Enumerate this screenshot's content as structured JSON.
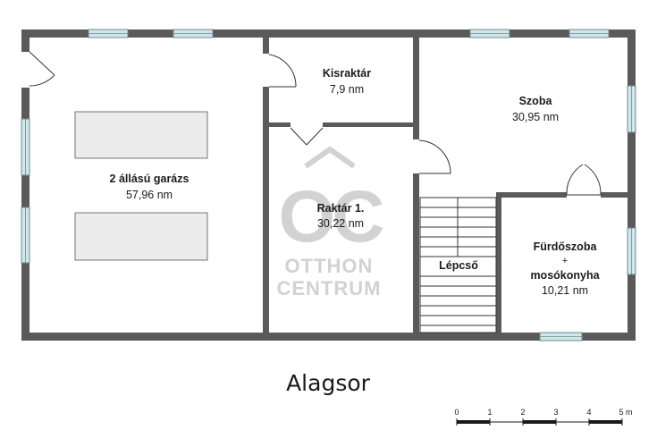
{
  "rooms": {
    "garage": {
      "name": "2 állású garázs",
      "area": "57,96 nm"
    },
    "storage_small": {
      "name": "Kisraktár",
      "area": "7,9 nm"
    },
    "room": {
      "name": "Szoba",
      "area": "30,95 nm"
    },
    "storage1": {
      "name": "Raktár 1.",
      "area": "30,22 nm"
    },
    "stairs": {
      "name": "Lépcső"
    },
    "bathroom": {
      "name_line1": "Fürdőszoba",
      "plus": "+",
      "name_line2": "mosókonyha",
      "area": "10,21 nm"
    }
  },
  "floor_title": "Alagsor",
  "scale": {
    "labels": [
      "0",
      "1",
      "2",
      "3",
      "4",
      "5 m"
    ]
  },
  "watermark": {
    "logo_letters": "OC",
    "line1": "OTTHON",
    "line2": "CENTRUM"
  },
  "colors": {
    "wall": "#5a5a5a",
    "window": "#cfe6ea",
    "car": "#ececec",
    "watermark": "#d2d2d2"
  }
}
